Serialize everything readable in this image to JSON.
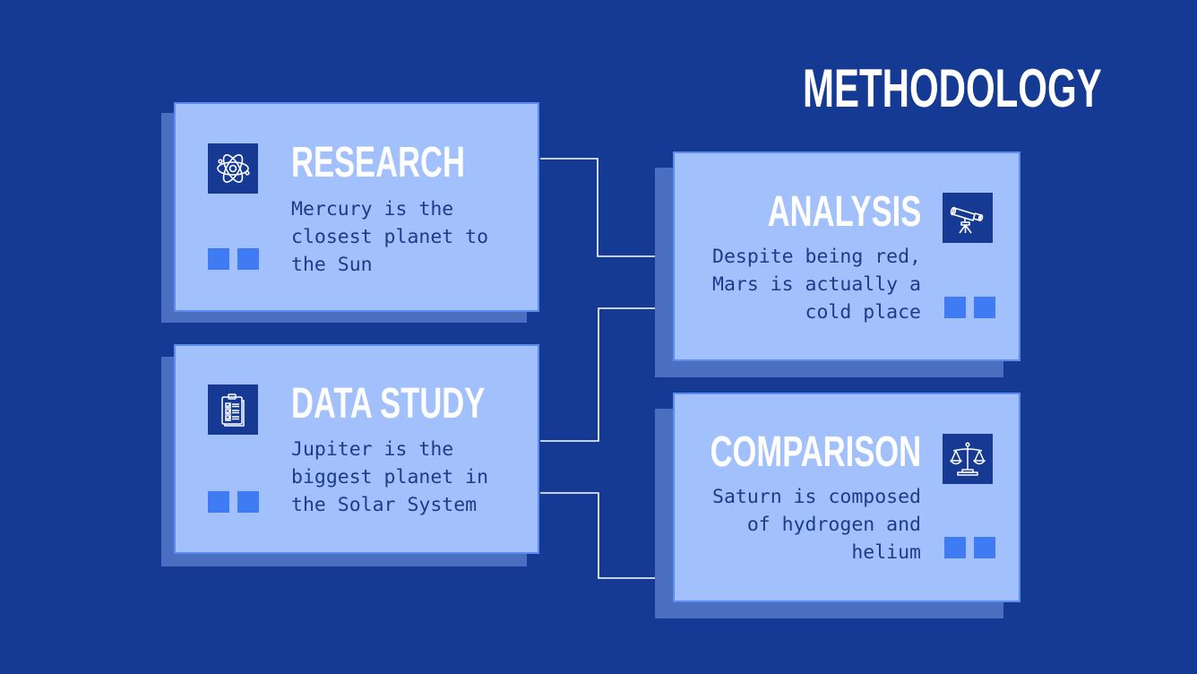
{
  "title": "METHODOLOGY",
  "colors": {
    "background": "#143a94",
    "card": "#a2c0fb",
    "card_shadow": "#4a6fc0",
    "icon_box": "#163a94",
    "accent_square": "#3f7cf4",
    "body_text": "#1d3b8c",
    "heading_text": "#ffffff",
    "connector": "#ffffff"
  },
  "steps": [
    {
      "heading": "RESEARCH",
      "icon": "atom-icon",
      "lines": [
        "Mercury is the",
        "closest planet to",
        "the Sun"
      ]
    },
    {
      "heading": "ANALYSIS",
      "icon": "telescope-icon",
      "lines": [
        "Despite being red,",
        "Mars is actually a",
        "cold place"
      ]
    },
    {
      "heading": "DATA STUDY",
      "icon": "clipboard-checklist-icon",
      "lines": [
        "Jupiter is the",
        "biggest planet in",
        "the Solar System"
      ]
    },
    {
      "heading": "COMPARISON",
      "icon": "balance-scale-icon",
      "lines": [
        "Saturn is composed",
        "of hydrogen and",
        "helium"
      ]
    }
  ]
}
